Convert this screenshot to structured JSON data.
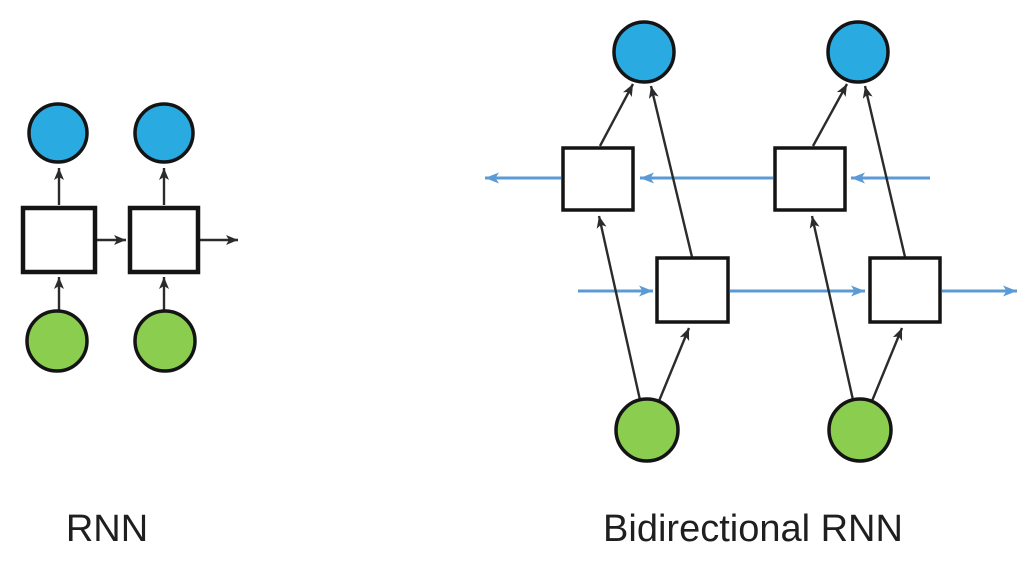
{
  "figure": {
    "left_caption": "RNN",
    "right_caption": "Bidirectional RNN"
  },
  "nodes": {
    "input_node_meaning": "input-node",
    "hidden_node_meaning": "hidden-state-node",
    "output_node_meaning": "output-node"
  },
  "colors": {
    "background": "#ffffff",
    "output_fill": "#29abe2",
    "input_fill": "#8bce4f",
    "hidden_fill": "#ffffff",
    "node_stroke": "#141414",
    "arrow_color": "#2b2b2b",
    "flow_arrow": "#5b9bd5",
    "caption_color": "#1f1f1f"
  }
}
